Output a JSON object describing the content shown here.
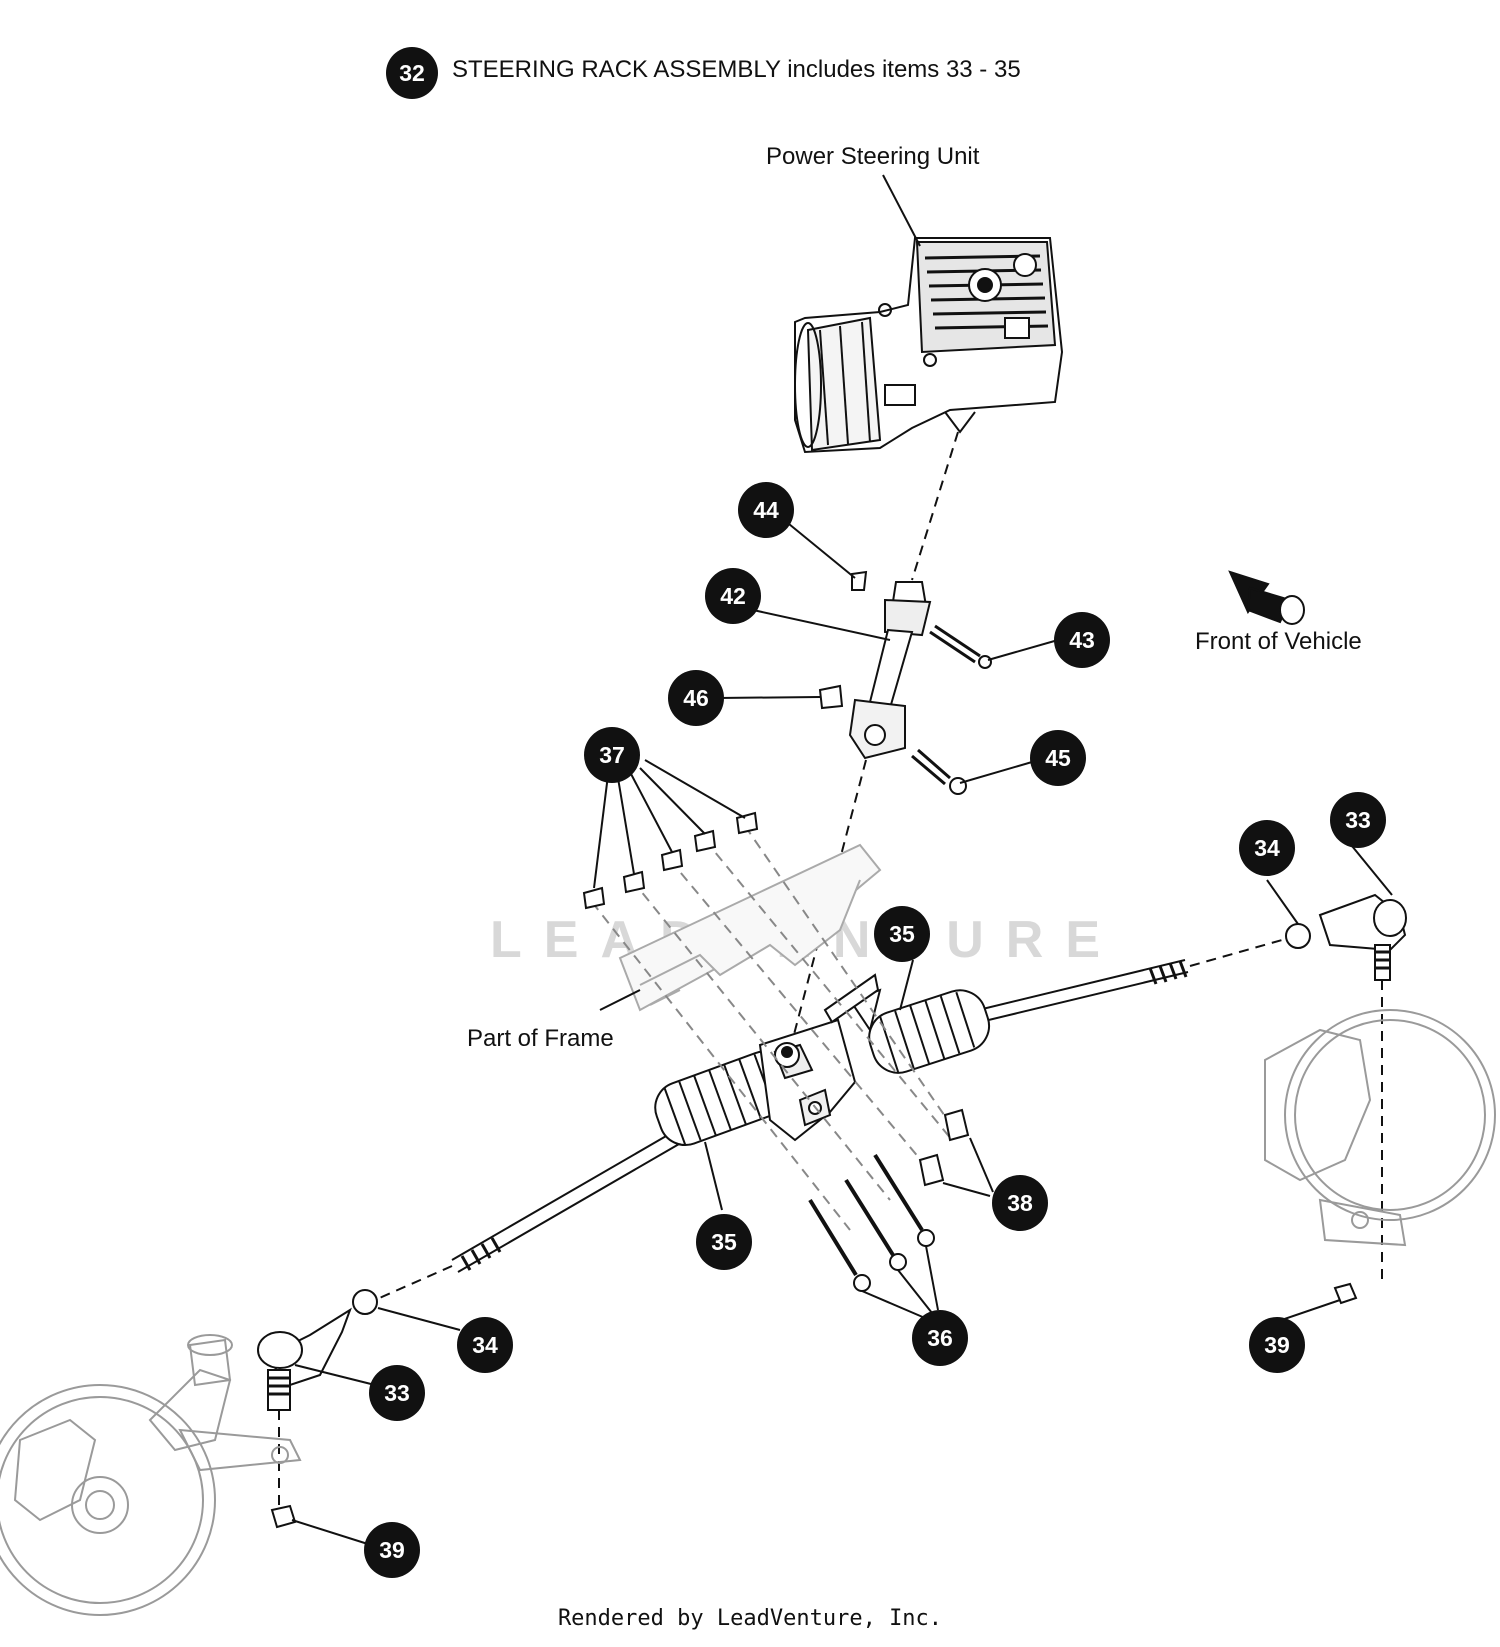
{
  "title": {
    "item_number": "32",
    "text": "STEERING RACK ASSEMBLY includes items 33 - 35"
  },
  "labels": {
    "power_steering_unit": "Power Steering Unit",
    "front_of_vehicle": "Front of Vehicle",
    "part_of_frame": "Part of Frame"
  },
  "watermark": "LEADVENTURE",
  "callouts": {
    "c44": "44",
    "c42": "42",
    "c43": "43",
    "c46": "46",
    "c45": "45",
    "c37": "37",
    "c34_right": "34",
    "c33_right": "33",
    "c35_upper": "35",
    "c35_lower": "35",
    "c38": "38",
    "c36": "36",
    "c34_left": "34",
    "c33_left": "33",
    "c39_right": "39",
    "c39_left": "39"
  },
  "footer": "Rendered by LeadVenture, Inc.",
  "colors": {
    "ink": "#111111",
    "badge_fill": "#111111",
    "badge_text": "#ffffff",
    "ghost_lines": "#9a9a9a",
    "watermark": "#d8d8d8"
  }
}
